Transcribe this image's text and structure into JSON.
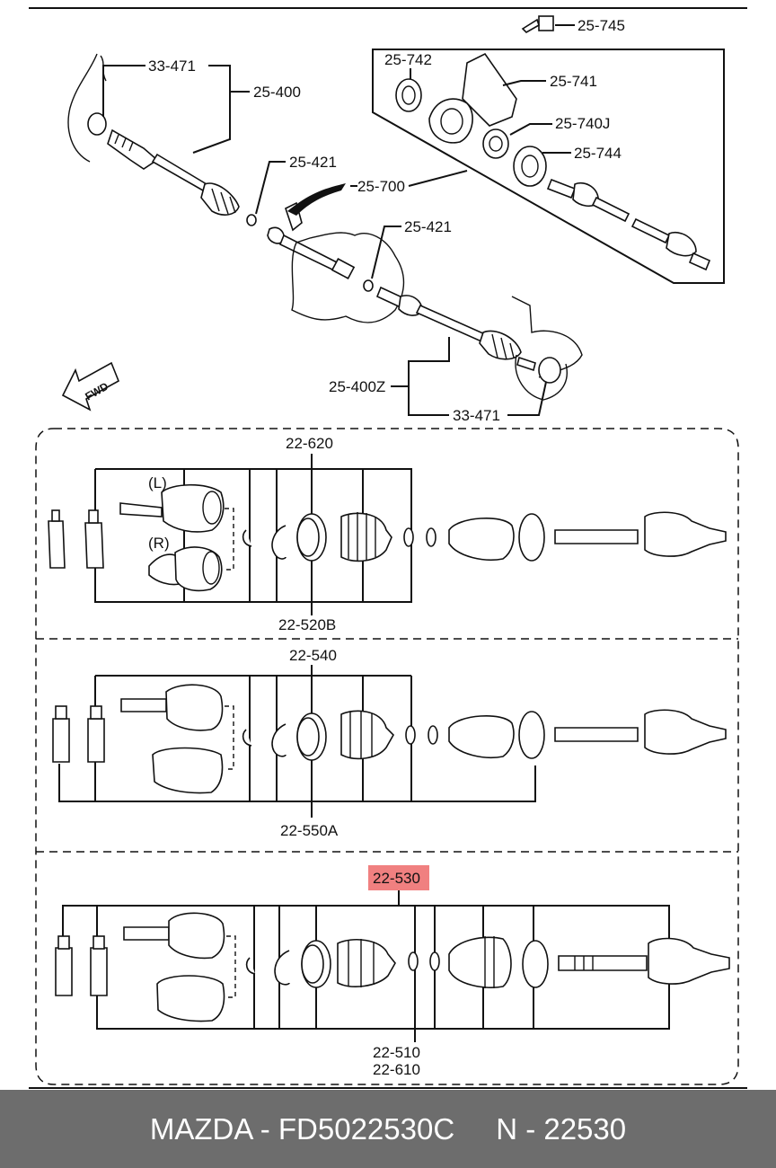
{
  "upper_assembly": {
    "labels": [
      "33-471",
      "25-400",
      "25-421",
      "25-700",
      "25-421",
      "25-400Z",
      "33-471",
      "25-745",
      "25-742",
      "25-741",
      "25-740J",
      "25-744"
    ],
    "fwd_arrow": "FWD"
  },
  "detail_panel_1": {
    "labels": [
      "22-620",
      "22-520B"
    ],
    "side_labels": [
      "(L)",
      "(R)"
    ]
  },
  "detail_panel_2": {
    "labels": [
      "22-540",
      "22-550A"
    ]
  },
  "detail_panel_3": {
    "highlighted_label": "22-530",
    "labels": [
      "22-510",
      "22-610"
    ],
    "highlight_color": "#f08080"
  },
  "footer": {
    "brand_part": "MAZDA - FD5022530C",
    "ref": "N - 22530",
    "background": "#6d6d6d"
  }
}
